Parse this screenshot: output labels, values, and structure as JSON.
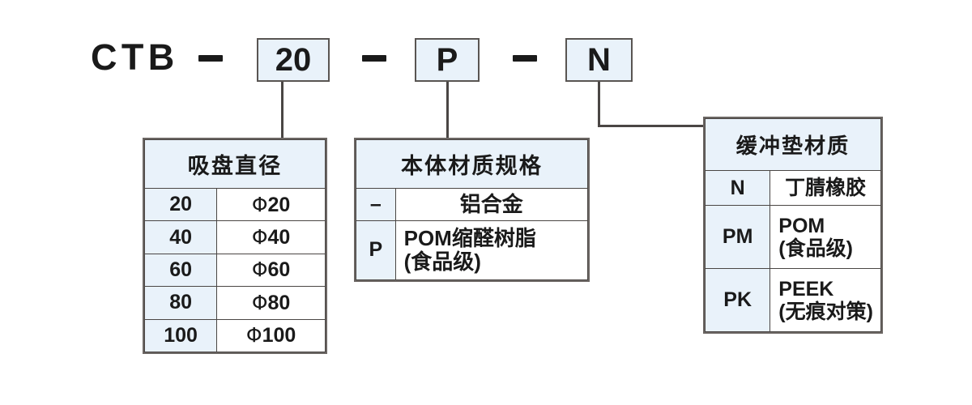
{
  "part_number": {
    "prefix": "CTB",
    "separator": "–",
    "segments": [
      {
        "value": "20",
        "name": "size"
      },
      {
        "value": "P",
        "name": "body-material"
      },
      {
        "value": "N",
        "name": "pad-material"
      }
    ]
  },
  "tables": {
    "diameter": {
      "title": "吸盘直径",
      "rows": [
        {
          "code": "20",
          "phi": "Φ",
          "value": "20"
        },
        {
          "code": "40",
          "phi": "Φ",
          "value": "40"
        },
        {
          "code": "60",
          "phi": "Φ",
          "value": "60"
        },
        {
          "code": "80",
          "phi": "Φ",
          "value": "80"
        },
        {
          "code": "100",
          "phi": "Φ",
          "value": "100"
        }
      ]
    },
    "body_material": {
      "title": "本体材质规格",
      "rows": [
        {
          "code": "–",
          "line1": "铝合金",
          "line2": ""
        },
        {
          "code": "P",
          "line1": "POM缩醛树脂",
          "line2": "(食品级)"
        }
      ]
    },
    "pad_material": {
      "title": "缓冲垫材质",
      "rows": [
        {
          "code": "N",
          "line1": "丁腈橡胶",
          "line2": ""
        },
        {
          "code": "PM",
          "line1": "POM",
          "line2": "(食品级)"
        },
        {
          "code": "PK",
          "line1": "PEEK",
          "line2": "(无痕对策)"
        }
      ]
    }
  },
  "colors": {
    "box_fill": "#e9f2fa",
    "box_border": "#595552",
    "line": "#4a4644",
    "text": "#1a1a1a",
    "background": "#ffffff"
  }
}
